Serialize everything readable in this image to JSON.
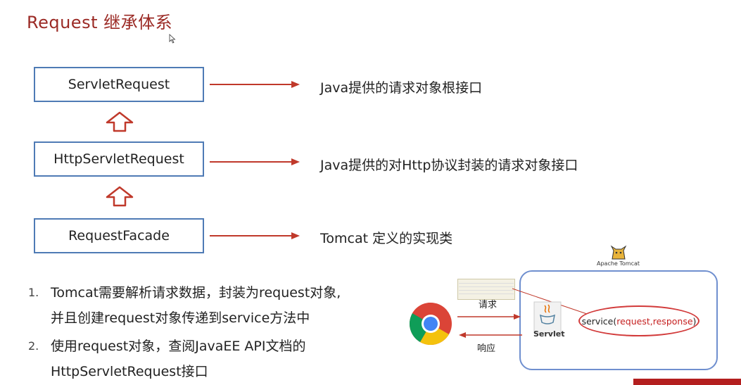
{
  "title": "Request 继承体系",
  "classes": [
    {
      "name": "ServletRequest",
      "desc": "Java提供的请求对象根接口"
    },
    {
      "name": "HttpServletRequest",
      "desc": "Java提供的对Http协议封装的请求对象接口"
    },
    {
      "name": "RequestFacade",
      "desc": "Tomcat 定义的实现类"
    }
  ],
  "notes": [
    {
      "num": "1.",
      "lines": [
        "Tomcat需要解析请求数据，封装为request对象,",
        "并且创建request对象传递到service方法中"
      ]
    },
    {
      "num": "2.",
      "lines": [
        "使用request对象，查阅JavaEE API文档的",
        "HttpServletRequest接口"
      ]
    }
  ],
  "diagram": {
    "tomcat_label": "Apache Tomcat",
    "request_label": "请求",
    "response_label": "响应",
    "servlet_label": "Servlet",
    "service_prefix": "service(",
    "service_request": "request",
    "service_sep": ",",
    "service_response": "response",
    "service_suffix": ")"
  },
  "colors": {
    "title": "#9b2a25",
    "box_border": "#4f7bb5",
    "arrow": "#c0392b"
  }
}
